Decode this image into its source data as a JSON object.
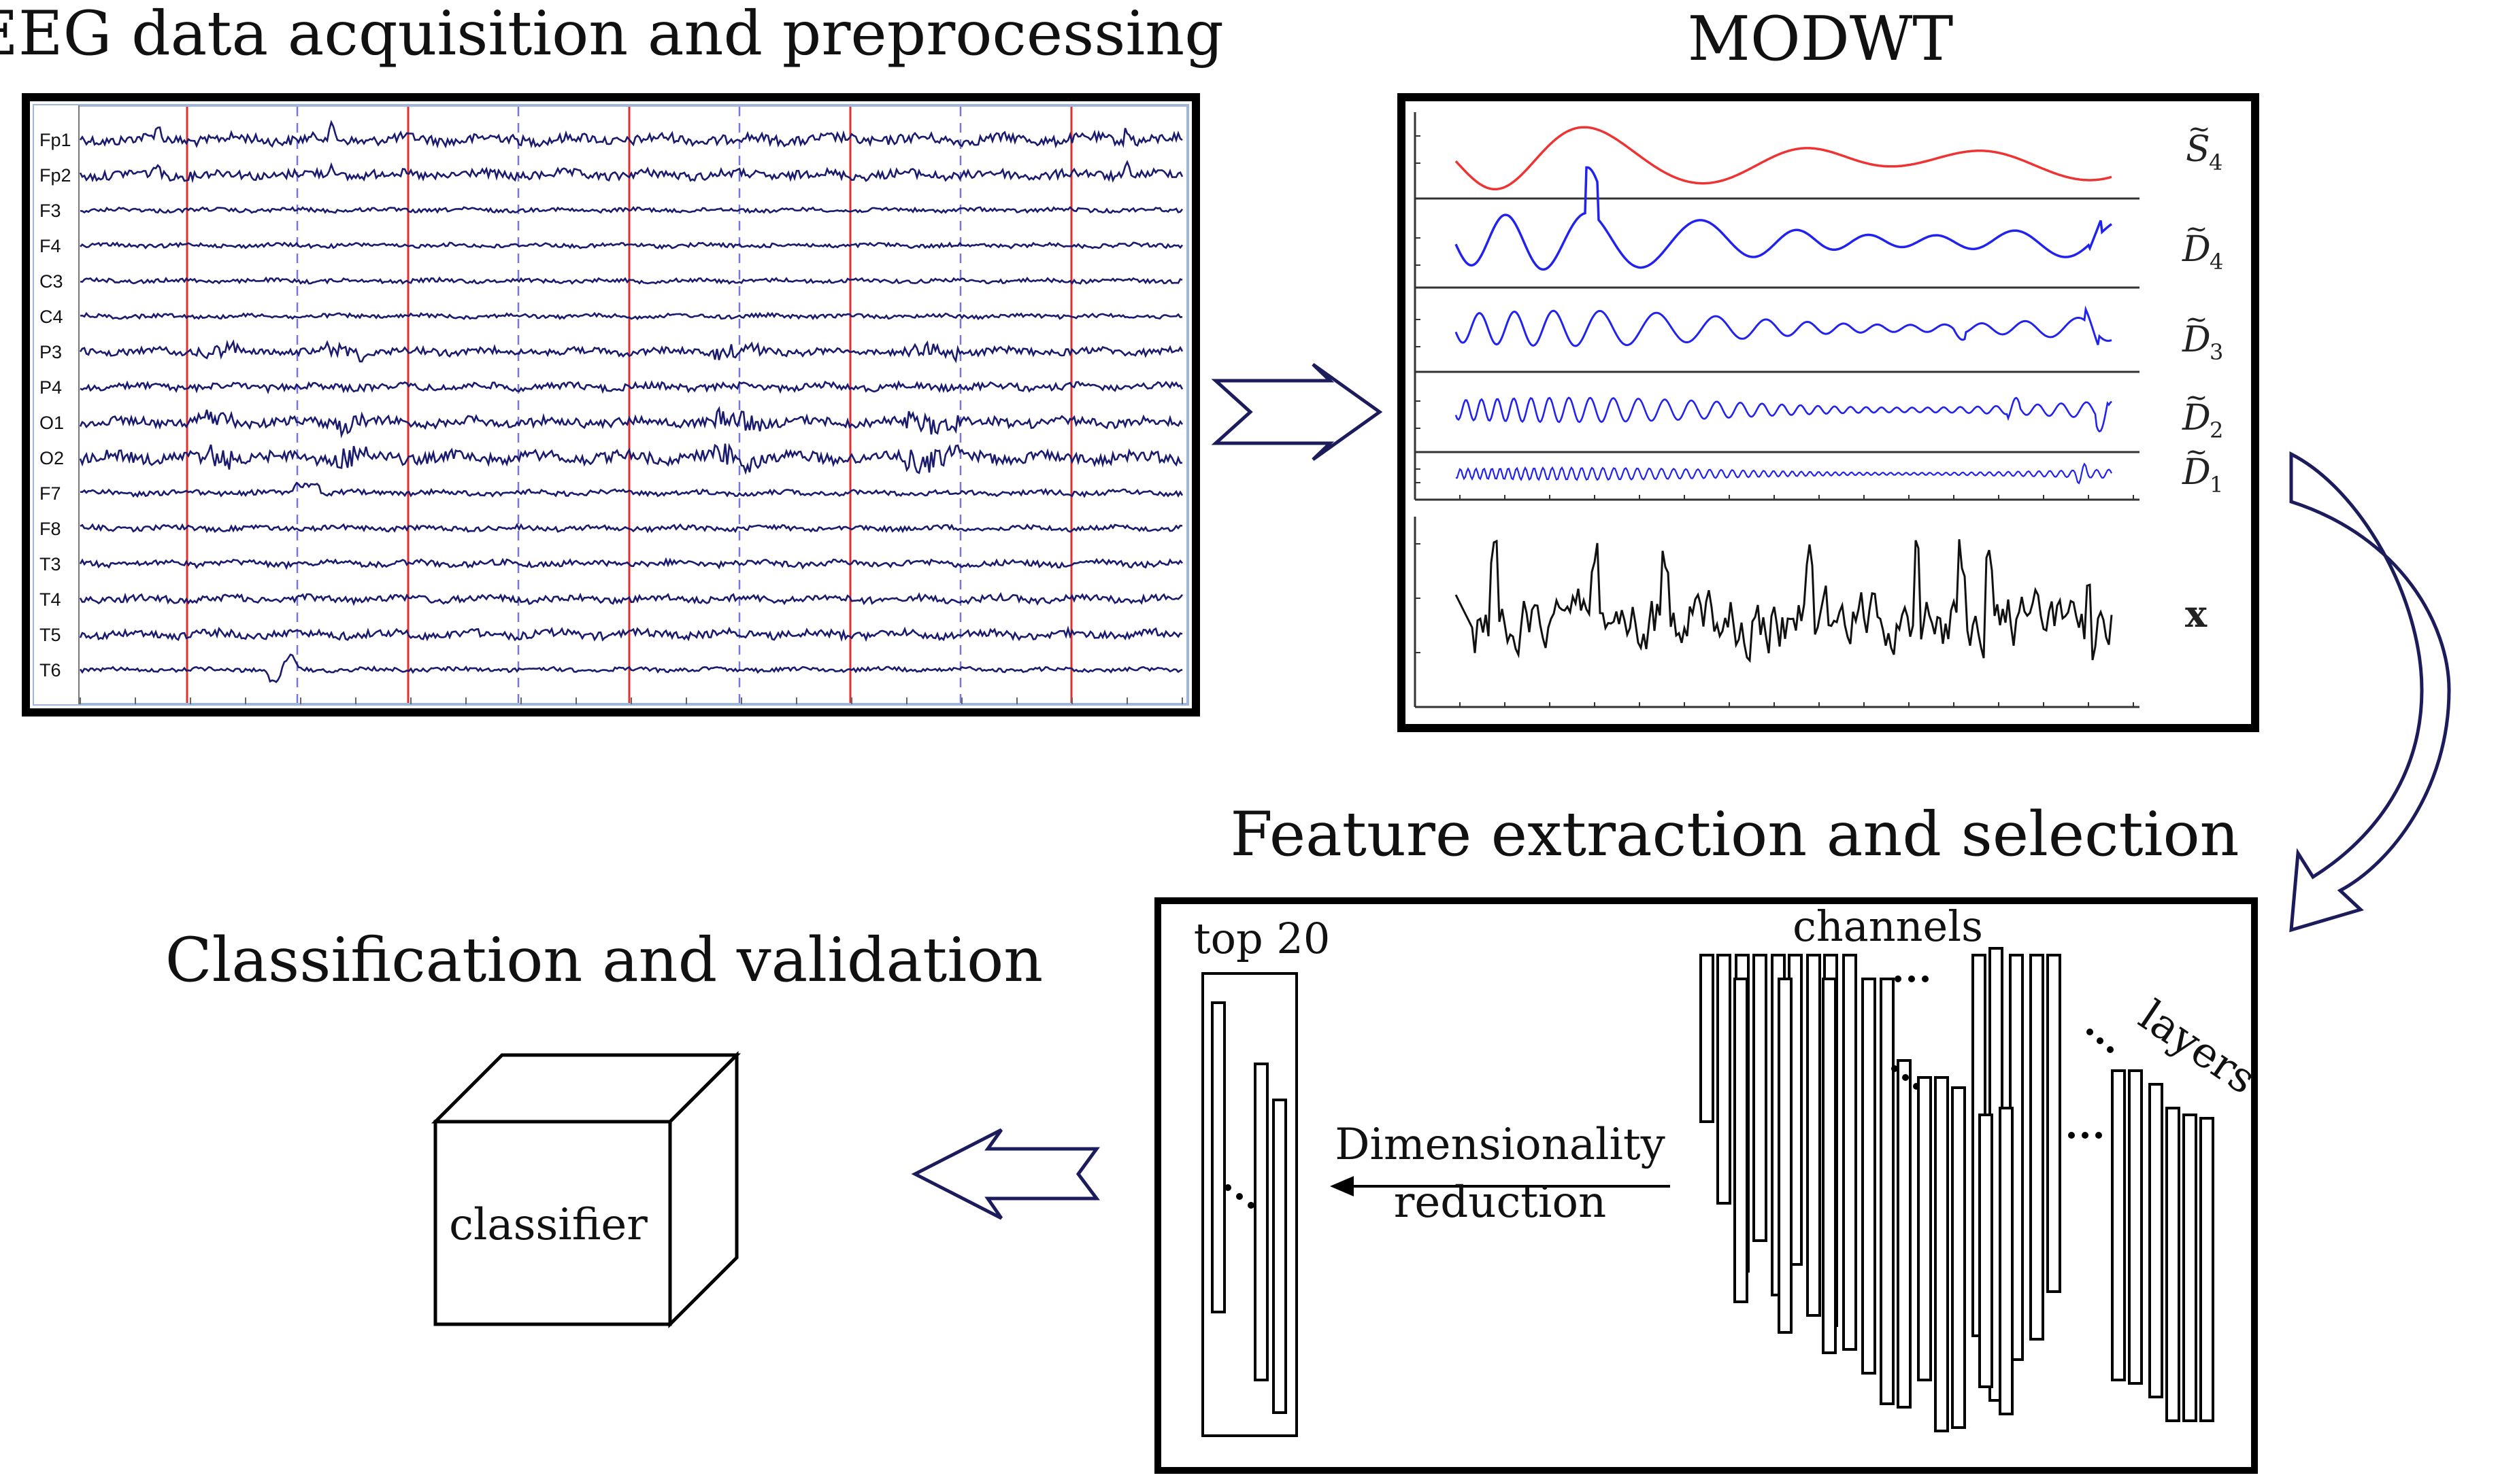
{
  "titles": {
    "eeg": "EEG data acquisition and preprocessing",
    "modwt": "MODWT",
    "features": "Feature extraction and selection",
    "classification": "Classification and validation"
  },
  "eeg": {
    "channels": [
      "Fp1",
      "Fp2",
      "F3",
      "F4",
      "C3",
      "C4",
      "P3",
      "P4",
      "O1",
      "O2",
      "F7",
      "F8",
      "T3",
      "T4",
      "T5",
      "T6"
    ],
    "trace_color": "#1a1a6e",
    "marker_color": "#e03030",
    "dashed_color": "#7777dd"
  },
  "modwt": {
    "labels": {
      "s4": "S",
      "s4_sub": "4",
      "d4": "D",
      "d4_sub": "4",
      "d3": "D",
      "d3_sub": "3",
      "d2": "D",
      "d2_sub": "2",
      "d1": "D",
      "d1_sub": "1",
      "x": "x"
    },
    "smooth_color": "#ee3333",
    "detail_color": "#2222ee",
    "signal_color": "#111111"
  },
  "features": {
    "top_label": "top 20",
    "channels_label": "channels",
    "layers_label": "layers",
    "dim_reduction_line1": "Dimensionality",
    "dim_reduction_line2": "reduction"
  },
  "classifier": {
    "label": "classifier"
  },
  "colors": {
    "arrow_stroke": "#1c1c5c",
    "frame": "#000000"
  }
}
